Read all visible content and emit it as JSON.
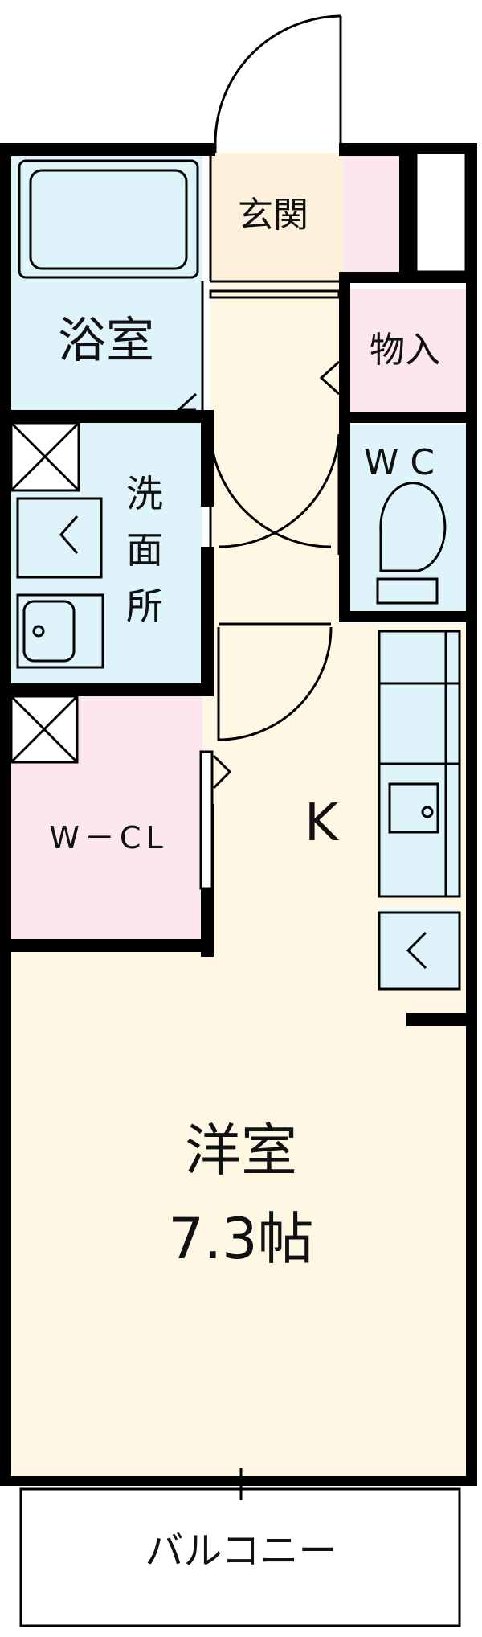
{
  "rooms": {
    "genkan": "玄関",
    "bath": "浴室",
    "storage": "物入",
    "toilet": "WC",
    "washroom": "洗面所",
    "walk_in_closet": "W－CL",
    "kitchen": "K",
    "western_room": "洋室",
    "western_room_size": "7.3帖",
    "balcony": "バルコニー"
  },
  "colors": {
    "wall": "#000000",
    "floor_wood": "#fdf7e4",
    "wet_area": "#def3fa",
    "closet": "#fde7ef",
    "entrance": "#fdf1dc"
  }
}
